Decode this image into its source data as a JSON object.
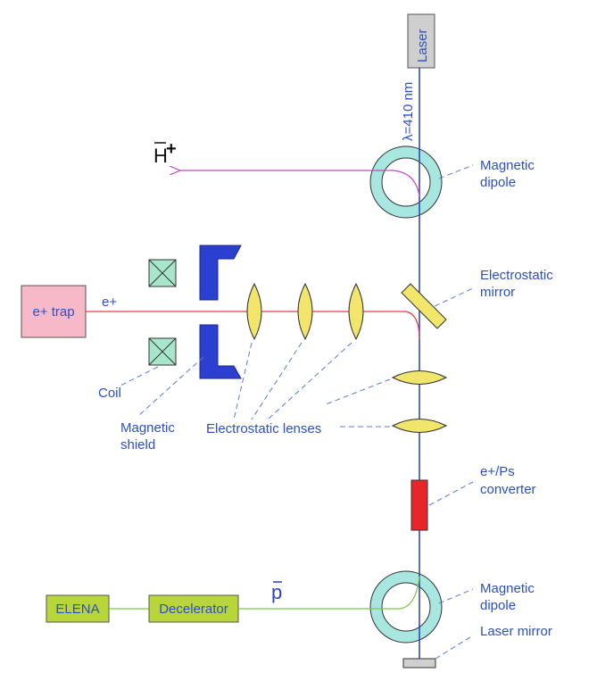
{
  "labels": {
    "laser": "Laser",
    "wavelength": "λ=410 nm",
    "hbar_plus": "H",
    "hbar_charge": "+",
    "magnetic_dipole_top_1": "Magnetic",
    "magnetic_dipole_top_2": "dipole",
    "electrostatic_mirror_1": "Electrostatic",
    "electrostatic_mirror_2": "mirror",
    "e_trap": "e+ trap",
    "e_plus": "e+",
    "coil": "Coil",
    "magnetic_shield_1": "Magnetic",
    "magnetic_shield_2": "shield",
    "electrostatic_lenses": "Electrostatic lenses",
    "converter_1": "e+/Ps",
    "converter_2": "converter",
    "elena": "ELENA",
    "decelerator": "Decelerator",
    "pbar": "p",
    "magnetic_dipole_bottom_1": "Magnetic",
    "magnetic_dipole_bottom_2": "dipole",
    "laser_mirror": "Laser mirror"
  },
  "colors": {
    "laser_beam": "#2b3fb8",
    "positron_beam": "#e0404a",
    "hbar_beam": "#c04ac8",
    "antiproton_beam": "#7ac943",
    "dipole_ring": "#a8e6e0",
    "lens": "#f2e56b",
    "shield": "#2b3fd0",
    "coil": "#a8e6cc",
    "trap": "#f7b8c8",
    "converter": "#e8262a",
    "elena_box": "#b8d63a",
    "laser_box": "#cfcfcf",
    "label": "#2b4fc7"
  }
}
